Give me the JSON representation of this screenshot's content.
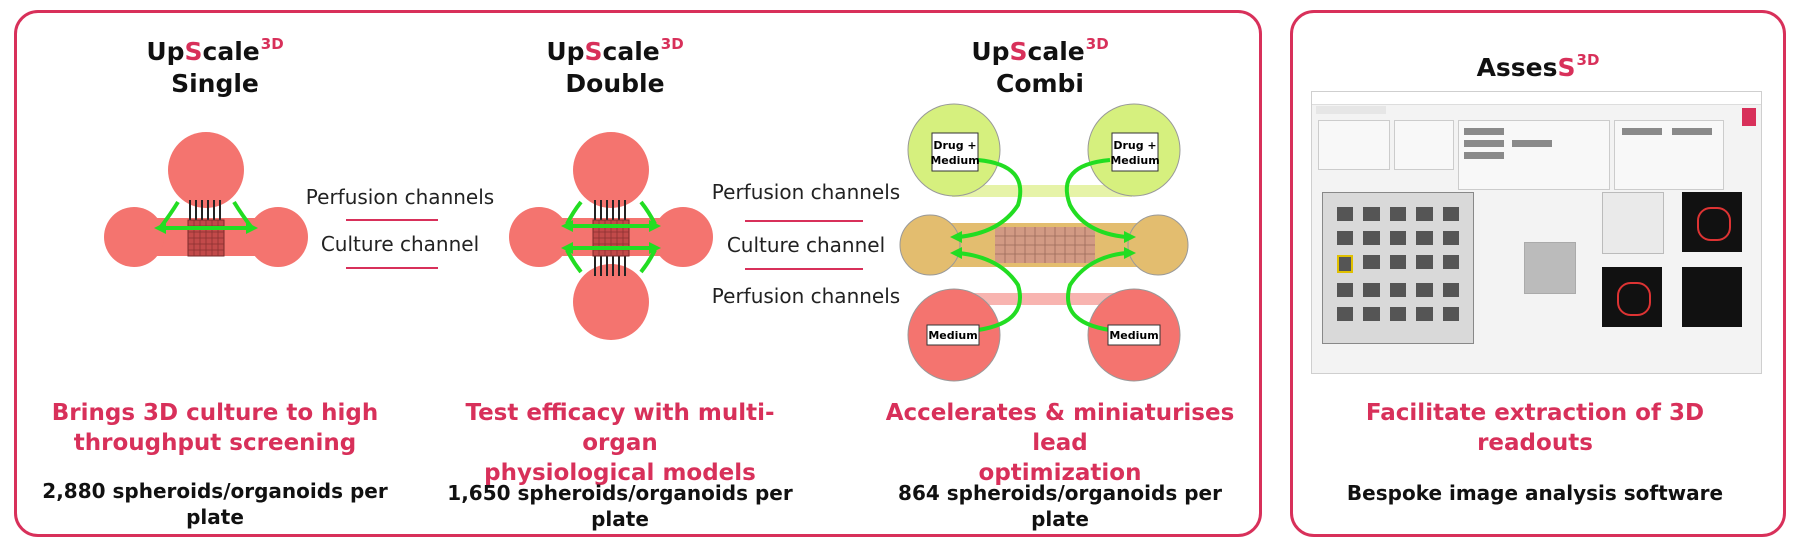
{
  "products": [
    {
      "brand_up": "Up",
      "brand_s": "S",
      "brand_rest": "cale",
      "brand_sup": "3D",
      "variant": "Single",
      "tagline_1": "Brings 3D culture to high",
      "tagline_2": "throughput screening",
      "count": "2,880 spheroids/organoids per plate"
    },
    {
      "brand_up": "Up",
      "brand_s": "S",
      "brand_rest": "cale",
      "brand_sup": "3D",
      "variant": "Double",
      "tagline_1": "Test efficacy with multi-organ",
      "tagline_2": "physiological models",
      "count": "1,650 spheroids/organoids per plate"
    },
    {
      "brand_up": "Up",
      "brand_s": "S",
      "brand_rest": "cale",
      "brand_sup": "3D",
      "variant": "Combi",
      "tagline_1": "Accelerates & miniaturises lead",
      "tagline_2": "optimization",
      "count": "864 spheroids/organoids per plate"
    }
  ],
  "channel_labels": {
    "single_perfusion": "Perfusion channels",
    "single_culture": "Culture channel",
    "double_perfusion_top": "Perfusion channels",
    "double_culture": "Culture channel",
    "double_perfusion_bottom": "Perfusion channels"
  },
  "combi_wells": {
    "top_left": [
      "Drug +",
      "Medium"
    ],
    "top_right": [
      "Drug +",
      "Medium"
    ],
    "bottom_left": "Medium",
    "bottom_right": "Medium"
  },
  "software": {
    "brand_pre": "Asses",
    "brand_s": "S",
    "brand_sup": "3D",
    "tagline_1": "Facilitate extraction of 3D",
    "tagline_2": "readouts",
    "subtitle": "Bespoke image analysis software"
  },
  "colors": {
    "accent": "#d8305a",
    "well_red": "#f4746f",
    "well_green": "#d6f07e",
    "well_tan": "#e3bd6f",
    "arrow_green": "#22dd22"
  }
}
